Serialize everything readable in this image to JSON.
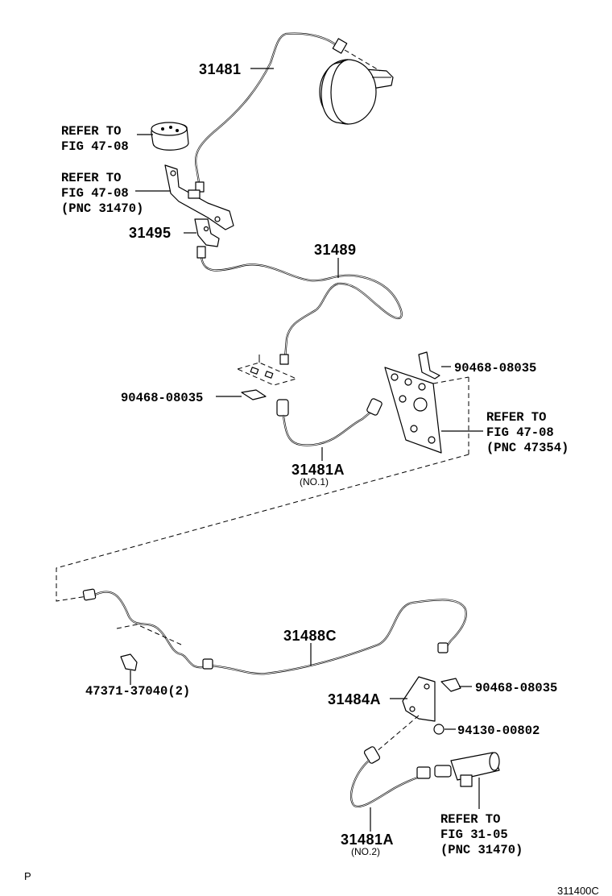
{
  "labels": {
    "p31481": "31481",
    "p31495": "31495",
    "p31489": "31489",
    "p90468_a": "90468-08035",
    "p90468_b": "90468-08035",
    "p90468_c": "90468-08035",
    "p31481A_1": "31481A",
    "p31481A_1_sub": "(NO.1)",
    "p31488C": "31488C",
    "p47371": "47371-37040(2)",
    "p31484A": "31484A",
    "p94130": "94130-00802",
    "p31481A_2": "31481A",
    "p31481A_2_sub": "(NO.2)"
  },
  "refers": {
    "r1": [
      "REFER TO",
      "FIG 47-08"
    ],
    "r2": [
      "REFER TO",
      "FIG 47-08",
      "(PNC 31470)"
    ],
    "r3": [
      "REFER TO",
      "FIG 47-08",
      "(PNC 47354)"
    ],
    "r4": [
      "REFER TO",
      "FIG 31-05",
      "(PNC 31470)"
    ]
  },
  "corner": {
    "left": "P",
    "right": "311400C"
  }
}
